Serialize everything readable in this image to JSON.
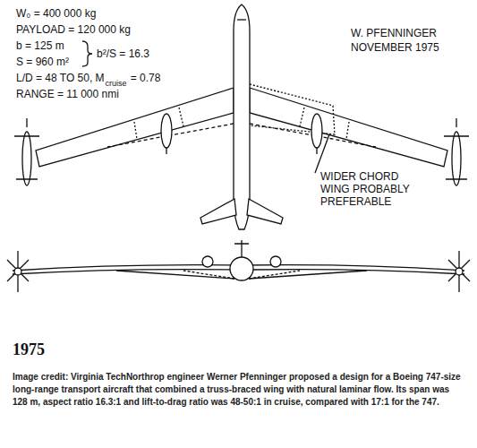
{
  "diagram": {
    "title": "1975",
    "caption": "Image credit: Virginia TechNorthrop engineer Werner Pfenninger proposed a design for a Boeing 747-size long-range transport aircraft that combined a truss-braced wing with natural laminar flow. Its span was 128 m, aspect ratio 16.3:1 and lift-to-drag ratio was 48-50:1 in cruise, compared with 17:1 for the 747.",
    "labels": [
      "W₀ = 400 000 kg",
      "PAYLOAD = 120 000 kg",
      "b = 125 m",
      "S = 960 m²",
      "b²/S = 16.3",
      "L/D = 48 TO 50, M",
      "cruise",
      "= 0.78",
      "RANGE = 11 000 nmi",
      "W. PFENNINGER",
      "NOVEMBER 1975",
      "WIDER CHORD WING PROBABLY PREFERABLE"
    ]
  }
}
